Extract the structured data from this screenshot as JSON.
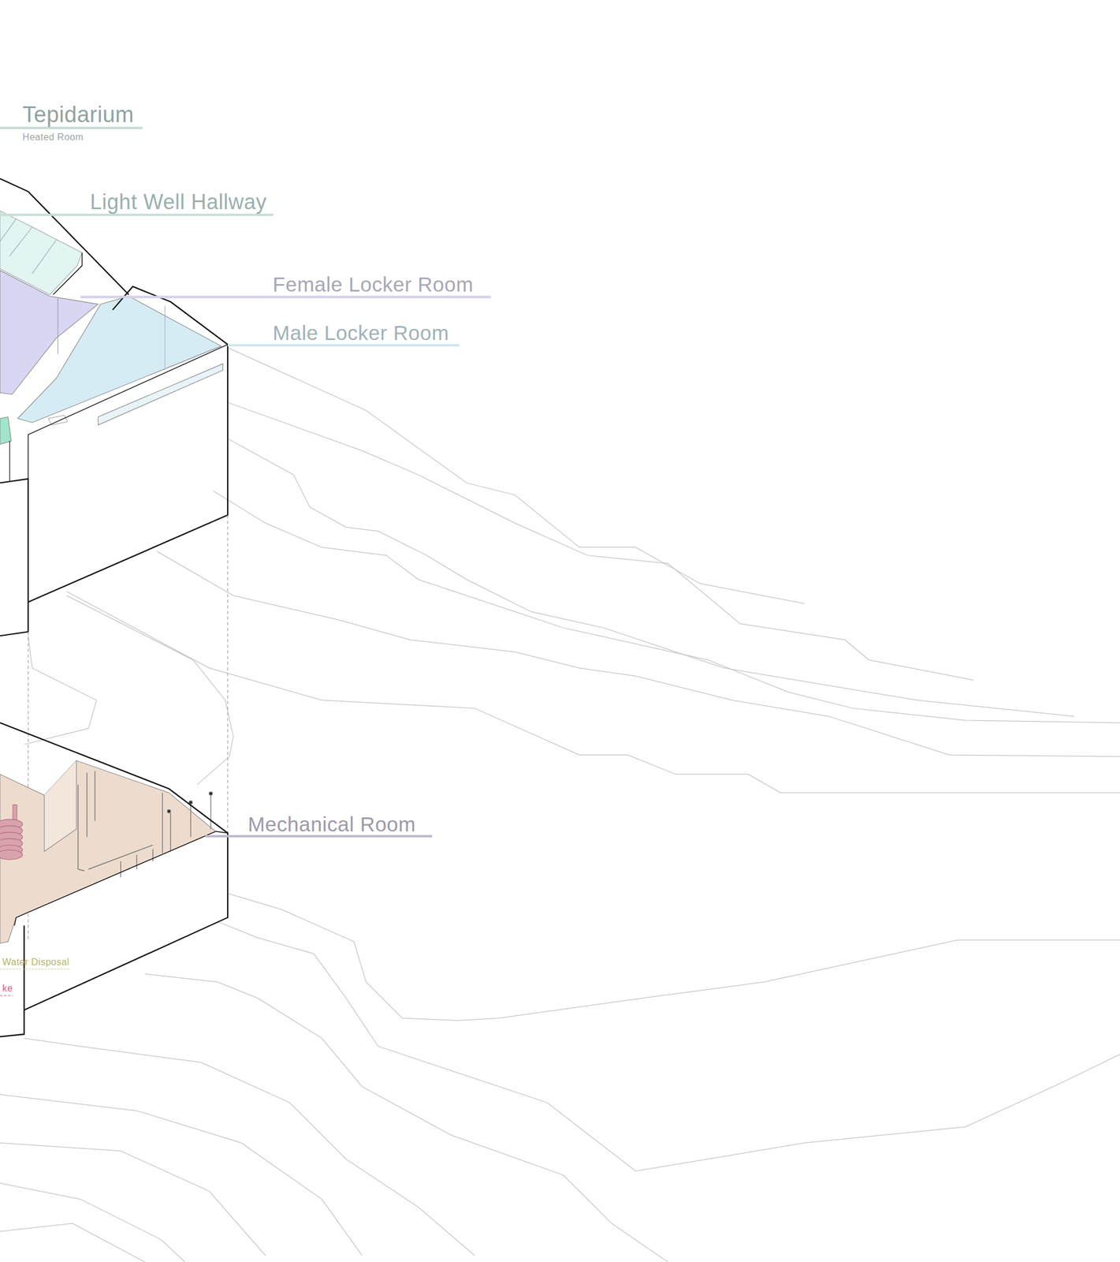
{
  "diagram": {
    "labels": [
      "Tepidarium",
      "Heated Room",
      "Light Well Hallway",
      "Female Locker Room",
      "Male Locker Room",
      "Mechanical Room",
      "Water Disposal",
      "ke"
    ]
  }
}
